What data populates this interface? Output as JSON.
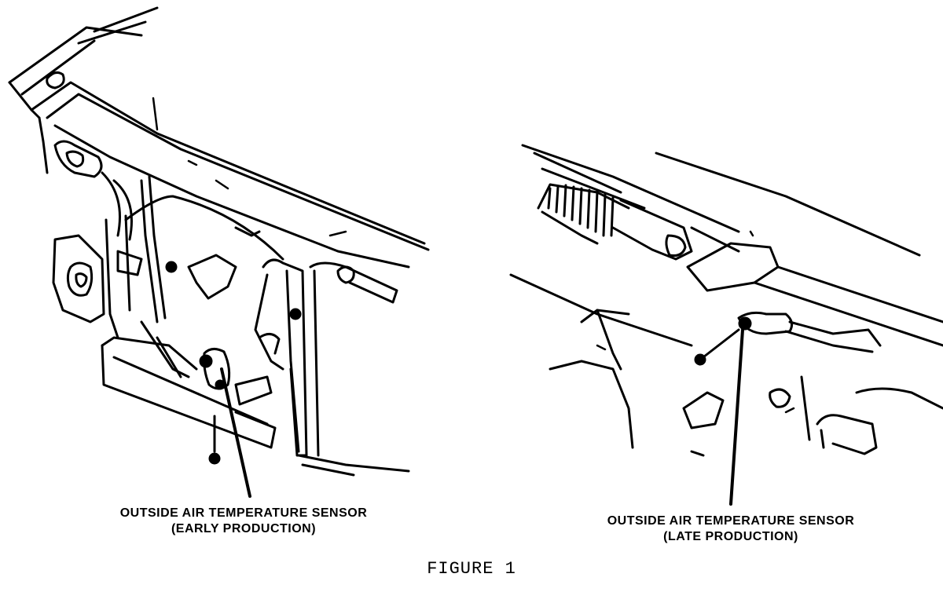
{
  "figure": {
    "caption": "FIGURE 1"
  },
  "left_view": {
    "label_line1": "OUTSIDE AIR TEMPERATURE SENSOR",
    "label_line2": "(EARLY PRODUCTION)"
  },
  "right_view": {
    "label_line1": "OUTSIDE AIR TEMPERATURE SENSOR",
    "label_line2": "(LATE PRODUCTION)"
  },
  "colors": {
    "ink": "#000000",
    "paper": "#ffffff"
  }
}
